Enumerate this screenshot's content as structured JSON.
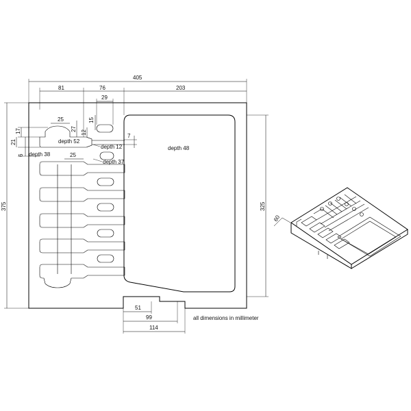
{
  "dimensions": {
    "overall_width": "405",
    "seg_left": "81",
    "seg_mid": "76",
    "seg_right": "203",
    "slot_width": "29",
    "head_width": "25",
    "head_offset_a": "17",
    "head_offset_b": "21",
    "head_offset_c": "6",
    "head_depth_b": "25",
    "height_27": "27",
    "height_15": "15",
    "height_12": "12",
    "small_7": "7",
    "overall_height": "375",
    "compartment_height": "325",
    "tab_51": "51",
    "tab_99": "99",
    "tab_114": "114",
    "iso_angle": "60"
  },
  "depth_labels": {
    "depth_52": "depth 52",
    "depth_38": "depth 38",
    "depth_12": "depth 12",
    "depth_37": "depth 37",
    "depth_48": "depth 48"
  },
  "note": "all dimensions in millimeter"
}
